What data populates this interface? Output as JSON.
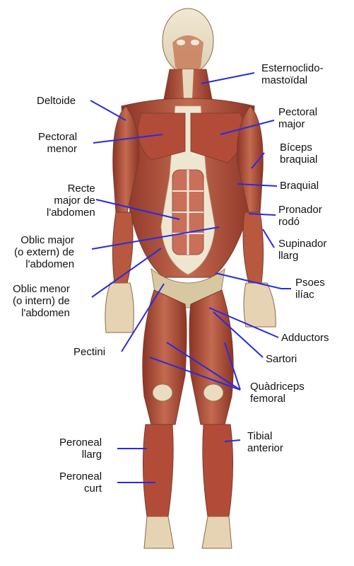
{
  "labels": {
    "esternocleidomastoidal": "Esternoclido-\nmastoïdal",
    "deltoide": "Deltoide",
    "pectoral_menor": "Pectoral\nmenor",
    "pectoral_major": "Pectoral\nmajor",
    "biceps_braquial": "Bíceps\nbraquial",
    "braquial": "Braquial",
    "recte_abdomen": "Recte\nmajor de\nl'abdomen",
    "pronador_rodo": "Pronador\nrodó",
    "supinador_llarg": "Supinador\nllarg",
    "oblic_major": "Oblic major\n(o extern) de\nl'abdomen",
    "psoes_iliac": "Psoes\nilíac",
    "oblic_menor": "Oblic menor\n(o intern) de\nl'abdomen",
    "adductors": "Adductors",
    "pectini": "Pectini",
    "sartori": "Sartori",
    "quadriceps_femoral": "Quàdriceps\nfemoral",
    "peroneal_llarg": "Peroneal\nllarg",
    "tibial_anterior": "Tibial\nanterior",
    "peroneal_curt": "Peroneal\ncurt"
  },
  "colors": {
    "leader_line": "#2a2ae0",
    "muscle": "#b5543f",
    "tendon": "#ece3cf",
    "outline": "#7a3a2a"
  }
}
